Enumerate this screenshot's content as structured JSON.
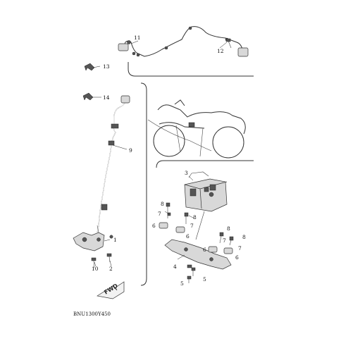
{
  "diagram": {
    "part_code": "BNU1300Y450",
    "fwd_label": "FWD",
    "callouts": {
      "c1": "1",
      "c2": "2",
      "c3": "3",
      "c4": "4",
      "c5a": "5",
      "c5b": "5",
      "c6a": "6",
      "c6b": "6",
      "c6c": "6",
      "c6d": "6",
      "c7a": "7",
      "c7b": "7",
      "c7c": "7",
      "c7d": "7",
      "c8a": "8",
      "c8b": "8",
      "c8c": "8",
      "c8d": "8",
      "c9": "9",
      "c10": "10",
      "c11": "11",
      "c12": "12",
      "c13": "13",
      "c14": "14"
    }
  }
}
